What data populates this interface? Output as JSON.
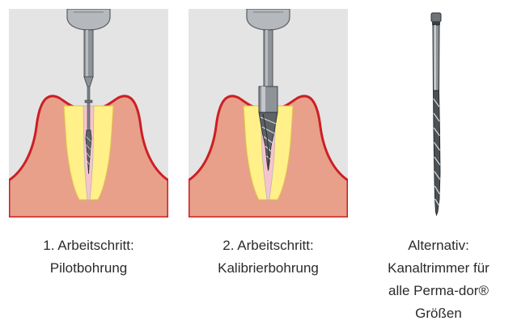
{
  "steps": [
    {
      "line1": "1. Arbeitschritt:",
      "line2": "Pilotbohrung",
      "tool": "pilot-drill"
    },
    {
      "line1": "2. Arbeitschritt:",
      "line2": "Kalibrierbohrung",
      "tool": "calibration-drill"
    }
  ],
  "alternative": {
    "line1": "Alternativ:",
    "line2": "Kanaltrimmer für",
    "line3": "alle Perma-dor®",
    "line4": "Größen"
  },
  "colors": {
    "panel_background": "#e4e4e4",
    "gum": "#e8a08a",
    "gum_outline": "#cc1f24",
    "tooth": "#fff08a",
    "root_canal": "#f7c4cc",
    "metal": "#8e9398",
    "text": "#2b2b2b"
  }
}
